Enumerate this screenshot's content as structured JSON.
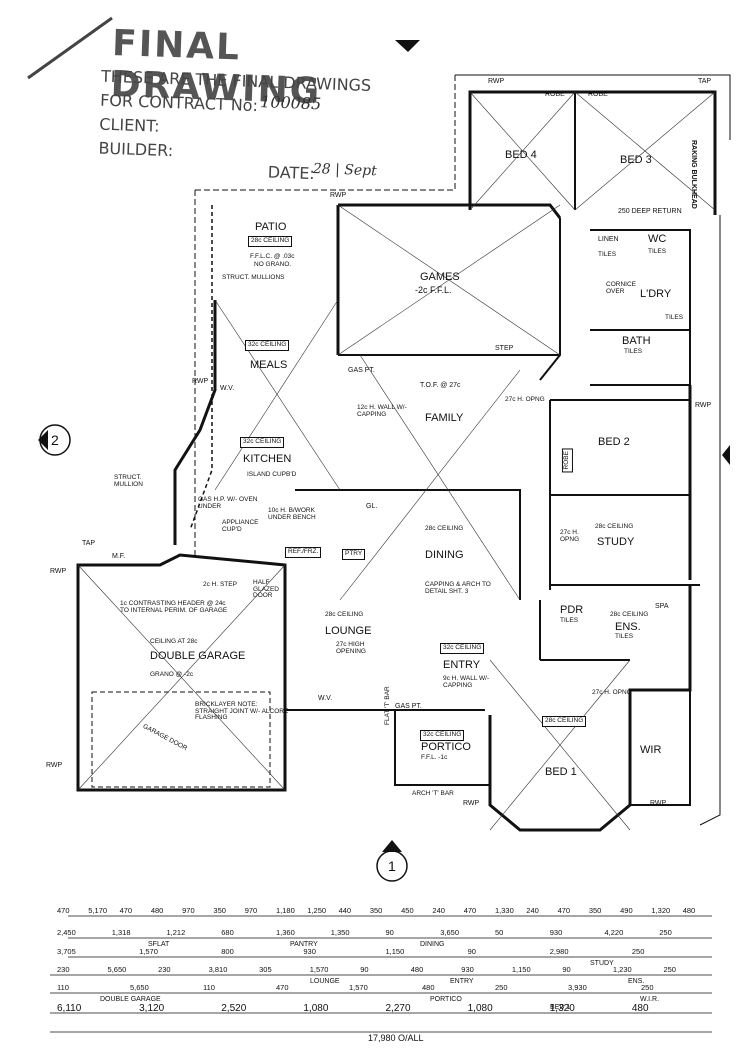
{
  "stamp": {
    "title": "FINAL DRAWING",
    "line1": "THESE ARE THE FINAL DRAWINGS",
    "contract_label": "FOR CONTRACT No:",
    "contract_no": "100085",
    "client_label": "CLIENT:",
    "builder_label": "BUILDER:",
    "date_label": "DATE:",
    "date_value": "28 | Sept"
  },
  "rooms": {
    "bed4": "BED 4",
    "bed3": "BED 3",
    "games": "GAMES",
    "games_ffl": "-2c F.F.L.",
    "patio": "PATIO",
    "patio_ceiling": "28c CEILING",
    "patio_note": "F.F.L.C. @ .03c",
    "patio_note2": "NO GRANO.",
    "meals": "MEALS",
    "meals_ceiling": "32c CEILING",
    "family": "FAMILY",
    "kitchen": "KITCHEN",
    "kitchen_ceiling": "32c CEILING",
    "island": "ISLAND CUPB'D",
    "linen": "LINEN",
    "wc": "WC",
    "ldry": "L'DRY",
    "bath": "BATH",
    "bed2": "BED 2",
    "study": "STUDY",
    "study_ceiling": "28c CEILING",
    "dining": "DINING",
    "dining_ceiling": "28c CEILING",
    "lounge": "LOUNGE",
    "lounge_ceiling": "28c CEILING",
    "entry": "ENTRY",
    "entry_ceiling": "32c CEILING",
    "bed1": "BED 1",
    "bed1_ceiling": "28c CEILING",
    "wir": "WIR",
    "ens": "ENS.",
    "ens_ceiling": "28c CEILING",
    "pdr": "PDR",
    "portico": "PORTICO",
    "portico_ceiling": "32c CEILING",
    "portico_ffl": "F.F.L. -1c",
    "double_garage": "DOUBLE GARAGE",
    "garage_ceiling": "CEILING AT 28c",
    "garage_grano": "GRANO @ -2c",
    "spa": "SPA",
    "ptry": "PTRY",
    "ref": "REF./FRZ."
  },
  "notes": {
    "rwp": "RWP",
    "tap": "TAP",
    "robe": "ROBE",
    "struct_mullions": "STRUCT. MULLIONS",
    "struct_mullion": "STRUCT. MULLION",
    "gas_pt": "GAS PT.",
    "tof": "T.O.F. @ 27c",
    "wall_capping": "12c H. WALL W/- CAPPING",
    "opng_27": "27c H. OPNG",
    "gas_hp": "GAS H.P. W/- OVEN UNDER",
    "appliance": "APPLIANCE CUP'D",
    "benchwork": "10c H. B/WORK UNDER BENCH",
    "step_2c": "2c H. STEP",
    "half_glazed": "HALF GLAZED DOOR",
    "contrasting_header": "1c CONTRASTING HEADER @ 24c TO INTERNAL PERIM. OF GARAGE",
    "bricklayer": "BRICKLAYER NOTE: STRAIGHT JOINT W/- ALCORE FLASHING",
    "garage_door": "GARAGE DOOR",
    "capping_arch": "CAPPING & ARCH TO DETAIL SHT. 3",
    "high_opening": "27c HIGH OPENING",
    "wall_capping_9": "9c H. WALL W/- CAPPING",
    "flat_tbar": "FLAT 'T' BAR",
    "arch_tbar": "ARCH 'T' BAR",
    "cornice": "CORNICE OVER",
    "deep_return": "250 DEEP RETURN",
    "raking": "RAKING BULKHEAD",
    "step": "STEP",
    "wv": "W.V.",
    "mf": "M.F.",
    "gl": "GL.",
    "tiles": "TILES"
  },
  "elevation_markers": {
    "left": "2",
    "bottom": "1"
  },
  "dimension_rows": [
    [
      "470",
      "5,170",
      "470",
      "480",
      "970",
      "350",
      "970",
      "1,180",
      "1,250",
      "440",
      "350",
      "450",
      "240",
      "470",
      "1,330",
      "240",
      "470",
      "350",
      "490",
      "1,320",
      "480"
    ],
    [
      "2,450",
      "1,318",
      "1,212",
      "680",
      "1,360",
      "1,350",
      "90",
      "3,650",
      "50",
      "930",
      "4,220",
      "250"
    ],
    [
      "3,705",
      "1,570",
      "800",
      "930",
      "1,150",
      "90",
      "2,980",
      "250"
    ],
    [
      "230",
      "5,650",
      "230",
      "3,810",
      "305",
      "1,570",
      "90",
      "480",
      "930",
      "1,150",
      "90",
      "1,230",
      "250"
    ],
    [
      "110",
      "5,650",
      "110",
      "470",
      "1,570",
      "480",
      "250",
      "3,930",
      "250"
    ],
    [
      "6,110",
      "3,120",
      "2,520",
      "1,080",
      "2,270",
      "1,080",
      "1,320",
      "480"
    ]
  ],
  "dimension_labels": {
    "sflat": "SFLAT",
    "pantry": "PANTRY",
    "dining": "DINING",
    "entry": "ENTRY",
    "lounge": "LOUNGE",
    "double_garage": "DOUBLE GARAGE",
    "portico": "PORTICO",
    "study": "STUDY",
    "wir": "W.I.R.",
    "bed1": "BED 1",
    "ens": "ENS.",
    "overall": "17,980 O/ALL"
  }
}
